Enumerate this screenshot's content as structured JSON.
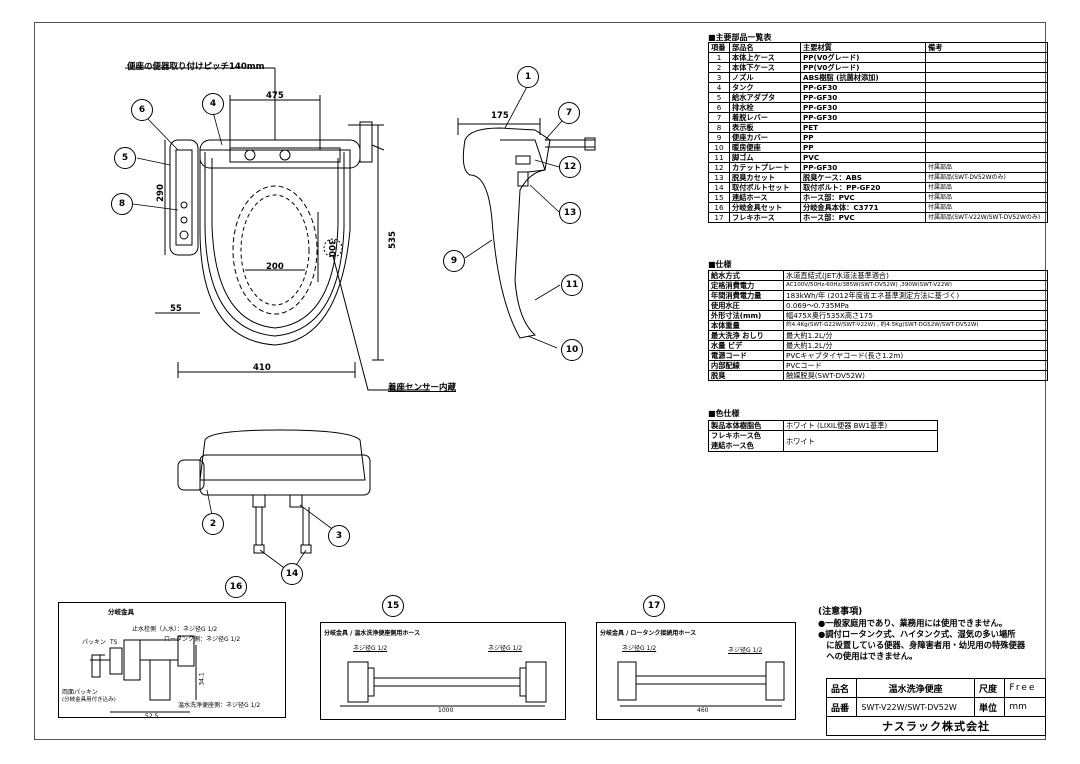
{
  "drawing": {
    "top_label": "便座の便器取り付けピッチ140mm",
    "sensor_label": "着座センサー内蔵",
    "dims": {
      "w475": "475",
      "h535": "535",
      "w410": "410",
      "h290": "290",
      "w55": "55",
      "w200": "200",
      "h300": "300",
      "w175": "175"
    },
    "callouts": [
      "1",
      "2",
      "3",
      "4",
      "5",
      "6",
      "7",
      "8",
      "9",
      "10",
      "11",
      "12",
      "13",
      "14",
      "15",
      "16",
      "17"
    ]
  },
  "detail16": {
    "title": "分岐金具",
    "l1": "止水栓側（入水）：ネジ径G 1/2",
    "l2": "ロータンク側：ネジ径G 1/2",
    "l3": "パッキン",
    "l4": "TS",
    "l5": "両面パッキン",
    "l6": "(分岐金具用付き込み)",
    "l7": "温水洗浄便座側：ネジ径G 1/2",
    "d1": "34.1",
    "d2": "52.5"
  },
  "detail15": {
    "title": "分岐金具 / 温水洗浄便座側用ホース",
    "l": "ネジ径G 1/2",
    "r": "ネジ径G 1/2",
    "len": "1000"
  },
  "detail17": {
    "title": "分岐金具 / ロータンク接続用ホース",
    "l": "ネジ径G 1/2",
    "r": "ネジ径G 1/2",
    "len": "460"
  },
  "parts": {
    "heading": "■主要部品一覧表",
    "headers": [
      "項番",
      "部品名",
      "主要材質",
      "備考"
    ],
    "rows": [
      [
        "1",
        "本体上ケース",
        "PP(V0グレード)",
        ""
      ],
      [
        "2",
        "本体下ケース",
        "PP(V0グレード)",
        ""
      ],
      [
        "3",
        "ノズル",
        "ABS樹脂 (抗菌材添加)",
        ""
      ],
      [
        "4",
        "タンク",
        "PP-GF30",
        ""
      ],
      [
        "5",
        "給水アダプタ",
        "PP-GF30",
        ""
      ],
      [
        "6",
        "排水栓",
        "PP-GF30",
        ""
      ],
      [
        "7",
        "着脱レバー",
        "PP-GF30",
        ""
      ],
      [
        "8",
        "表示板",
        "PET",
        ""
      ],
      [
        "9",
        "便座カバー",
        "PP",
        ""
      ],
      [
        "10",
        "暖房便座",
        "PP",
        ""
      ],
      [
        "11",
        "脚ゴム",
        "PVC",
        ""
      ],
      [
        "12",
        "カテットプレート",
        "PP-GF30",
        "付属部品"
      ],
      [
        "13",
        "脱臭カセット",
        "脱臭ケース：ABS",
        "付属部品(SWT-DV52Wのみ)"
      ],
      [
        "14",
        "取付ボルトセット",
        "取付ボルト：PP-GF20",
        "付属部品"
      ],
      [
        "15",
        "連結ホース",
        "ホース部：PVC",
        "付属部品"
      ],
      [
        "16",
        "分岐金具セット",
        "分岐金具本体：C3771",
        "付属部品"
      ],
      [
        "17",
        "フレキホース",
        "ホース部：PVC",
        "付属部品(SWT-V22W/SWT-DV52Wのみ)"
      ]
    ]
  },
  "spec": {
    "heading": "■仕様",
    "rows": [
      [
        "給水方式",
        "水道直結式(JET水道法基準適合)"
      ],
      [
        "定格消費電力",
        "AC100V/50Hz-60Hz/385W(SWT-DV52W) ,390W(SWT-V22W)"
      ],
      [
        "年間消費電力量",
        "183kWh/年 (2012年度省エネ基準測定方法に基づく)"
      ],
      [
        "使用水圧",
        "0.069～0.735MPa"
      ],
      [
        "外形寸法(mm)",
        "幅475X奥行535X高さ175"
      ],
      [
        "本体重量",
        "約4.4Kg(SWT-G22W/SWT-V22W) , 約4.5Kg(SWT-DG52W/SWT-DV52W)"
      ],
      [
        "最大洗浄 おしり",
        "最大約1.2L/分"
      ],
      [
        "水量 ビデ",
        "最大約1.2L/分"
      ],
      [
        "電源コード",
        "PVCキャブタイヤコード(長さ1.2m)"
      ],
      [
        "内部配線",
        "PVCコード"
      ],
      [
        "脱臭",
        "触媒脱臭(SWT-DV52W)"
      ]
    ]
  },
  "color": {
    "heading": "■色仕様",
    "r1": [
      "製品本体樹脂色",
      "ホワイト (LIXIL便器 BW1基準)"
    ],
    "r2a": "フレキホース色",
    "r2b": "連結ホース色",
    "r2v": "ホワイト"
  },
  "notes": {
    "heading": "(注意事項)",
    "lines": [
      "●一般家庭用であり、業務用には使用できません。",
      "●調付ロータンク式、ハイタンク式、湿気の多い場所",
      "　に設置している便器、身障害者用・幼児用の特殊便器",
      "　への使用はできません。"
    ]
  },
  "titleblock": {
    "name_k": "品名",
    "name_v": "温水洗浄便座",
    "scale_k": "尺度",
    "scale_v": "Free",
    "model_k": "品番",
    "model_v": "SWT-V22W/SWT-DV52W",
    "unit_k": "単位",
    "unit_v": "mm",
    "company": "ナスラック株式会社"
  }
}
